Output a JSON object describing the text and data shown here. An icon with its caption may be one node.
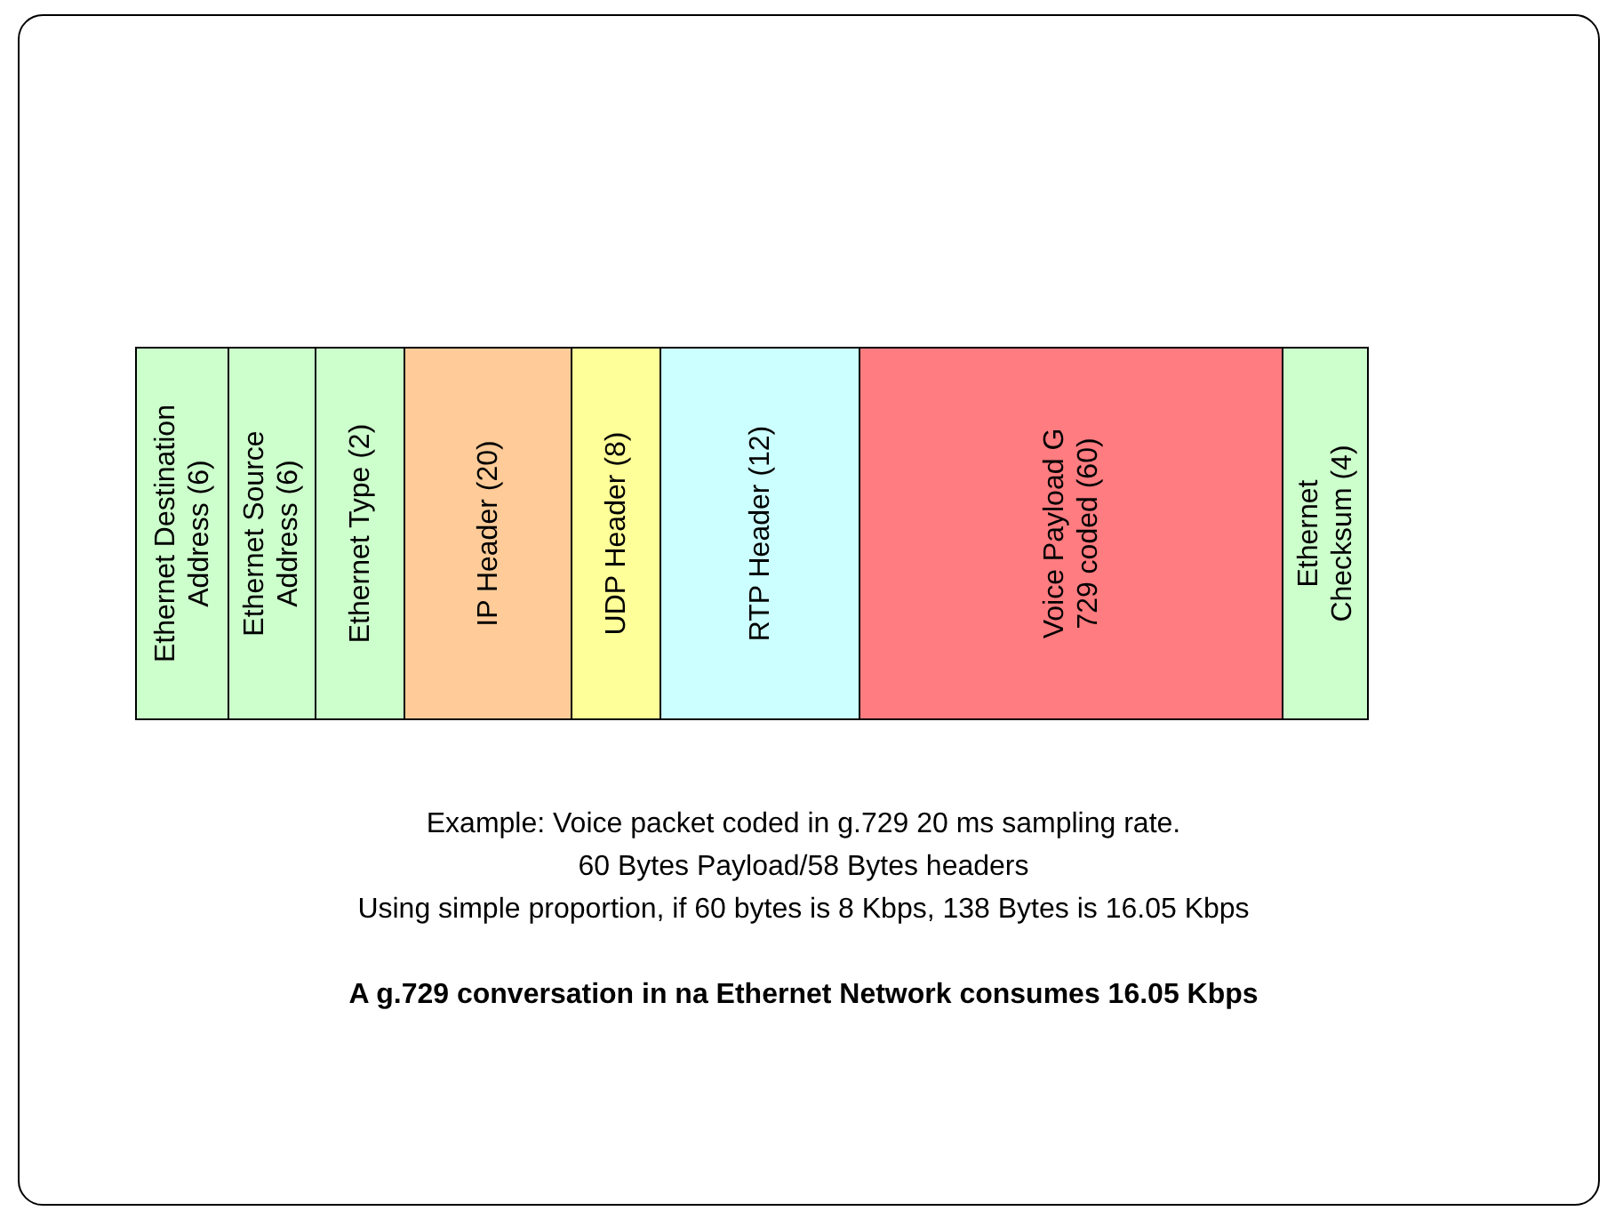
{
  "diagram": {
    "nodes": [
      {
        "text": [
          "Ethernet Destination Address (6)"
        ]
      },
      {
        "text": [
          "Ethernet Source Address (6)"
        ]
      },
      {
        "text": [
          "Ethernet Type (2)"
        ]
      },
      {
        "text": [
          "IP Header (20)"
        ]
      },
      {
        "text": [
          "UDP Header (8)"
        ]
      },
      {
        "text": [
          "RTP Header (12)"
        ]
      },
      {
        "text": [
          "Voice Payload G 729 coded (60)"
        ]
      },
      {
        "text": [
          "Ethernet Checksum (4)"
        ]
      }
    ],
    "labels": [
      "Example: Voice packet coded in g.729 20 ms sampling rate.",
      "60 Bytes Payload/58 Bytes headers",
      "Using simple proportion, if 60 bytes is 8 Kbps, 138 Bytes is 16.05 Kbps",
      "A g.729 conversation in na Ethernet Network consumes 16.05 Kbps"
    ]
  }
}
